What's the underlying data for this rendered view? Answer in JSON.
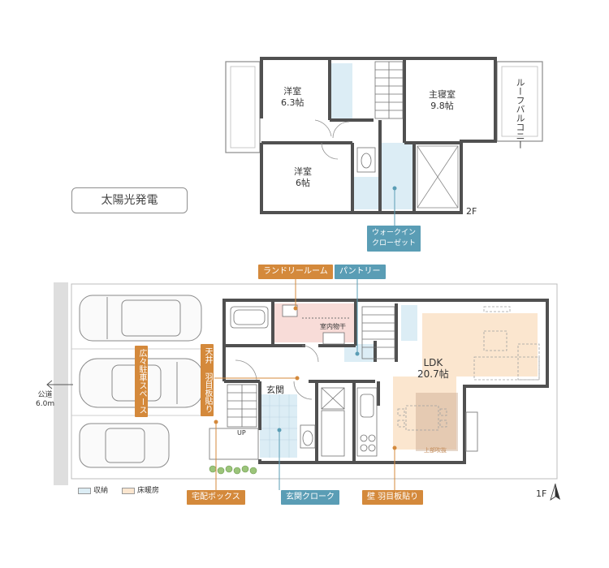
{
  "second_floor": {
    "rooms": {
      "western1": {
        "name": "洋室",
        "size": "6.3帖"
      },
      "master": {
        "name": "主寝室",
        "size": "9.8帖"
      },
      "western2": {
        "name": "洋室",
        "size": "6帖"
      }
    },
    "roof_balcony": "ルーフバルコニー",
    "floor_label": "2F",
    "wic_badge": [
      "ウォークイン",
      "クローゼット"
    ]
  },
  "solar_box": "太陽光発電",
  "first_floor": {
    "floor_label": "1F",
    "ldk": {
      "name": "LDK",
      "size": "20.7帖"
    },
    "entrance": "玄関",
    "indoor_drying": "室内物干",
    "stair_up": "UP",
    "void_note": "上部吹抜",
    "road": {
      "line1": "公道",
      "line2": "6.0m"
    },
    "badges": {
      "laundry": "ランドリールーム",
      "pantry": "パントリー",
      "parking": "広々駐車スペース",
      "ceiling": "天井 羽目板貼り",
      "delivery_box": "宅配ボックス",
      "entrance_cloak": "玄関クローク",
      "wall": "壁 羽目板貼り"
    }
  },
  "legend": {
    "storage": "収納",
    "floor_heating": "床暖房"
  },
  "colors": {
    "wall": "#505050",
    "storage": "#dcedf5",
    "floor_heating": "#fbe6cf",
    "laundry": "#f8dcd8",
    "badge_orange": "#d4893b",
    "badge_blue": "#5a9db5"
  }
}
